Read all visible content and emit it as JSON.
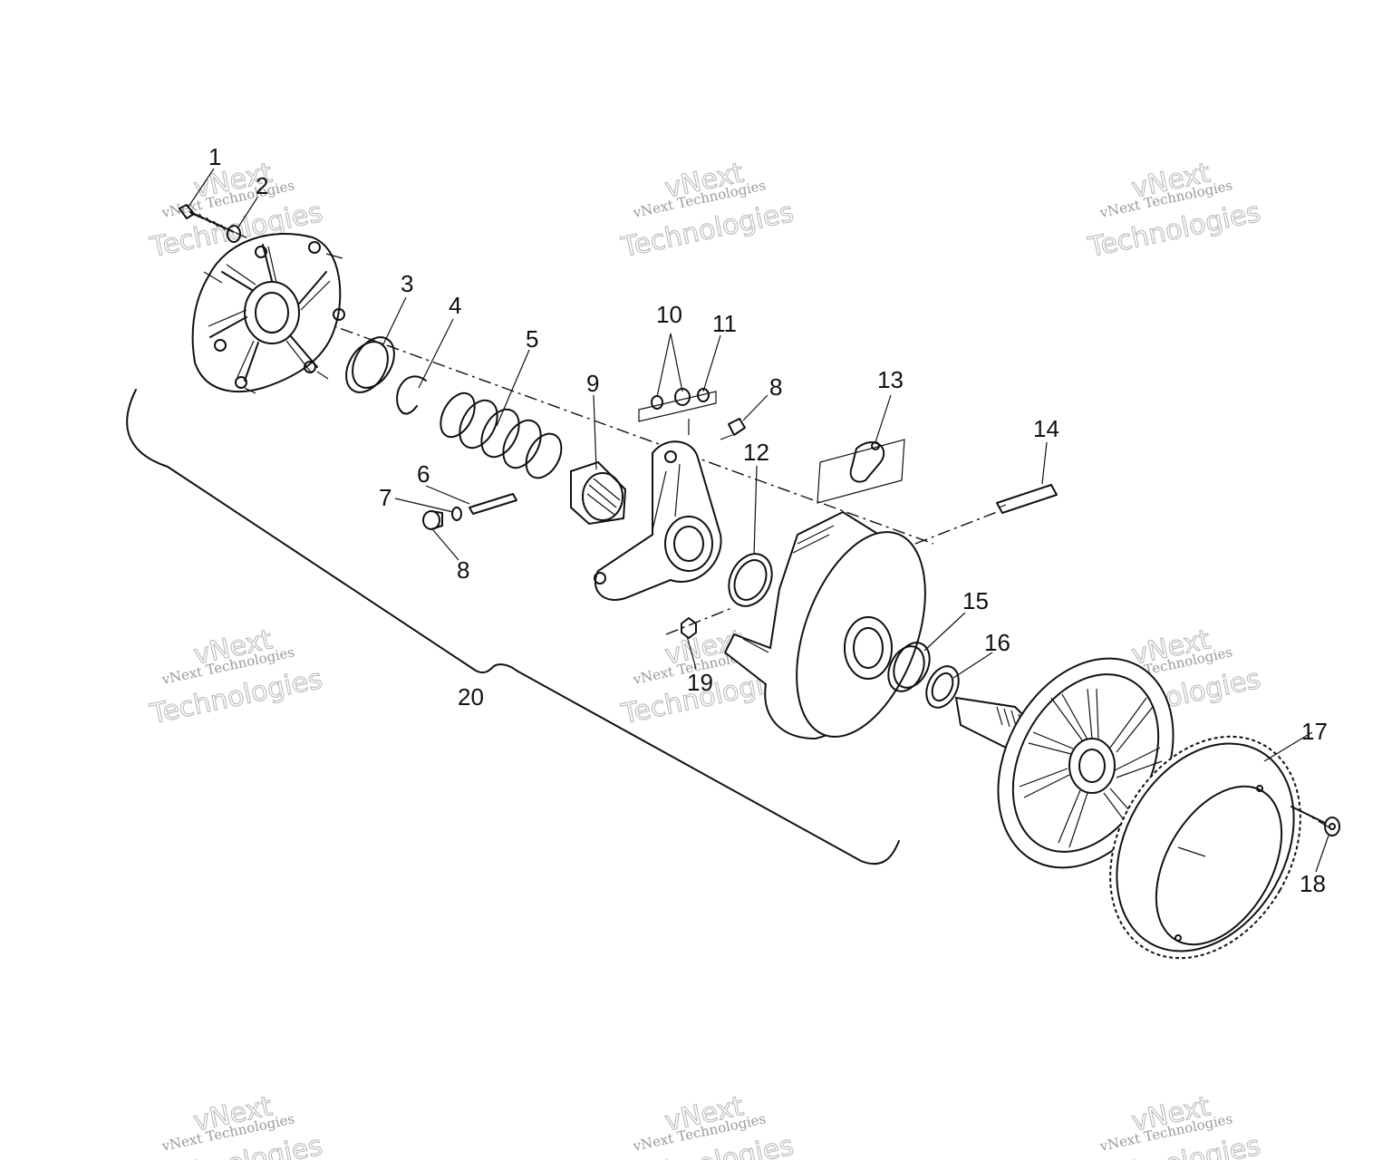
{
  "diagram": {
    "callouts": [
      "1",
      "2",
      "3",
      "4",
      "5",
      "6",
      "7",
      "8",
      "9",
      "10",
      "11",
      "8",
      "12",
      "13",
      "14",
      "15",
      "16",
      "17",
      "18",
      "19",
      "20"
    ]
  },
  "watermark": {
    "line1": "vNext Technologies",
    "line2": "vNext",
    "line3": "Technologies"
  }
}
